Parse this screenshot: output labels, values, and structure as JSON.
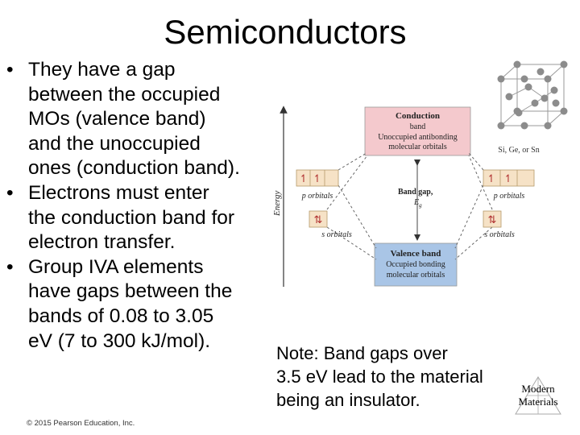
{
  "slide": {
    "title": "Semiconductors",
    "bullets": [
      {
        "bullet_symbol": "•",
        "lines": [
          "They have a gap",
          "between the occupied",
          "MOs (valence band)",
          "and the unoccupied",
          "ones (conduction band)."
        ]
      },
      {
        "bullet_symbol": "•",
        "lines": [
          "Electrons must enter",
          "the conduction band for",
          "electron transfer."
        ]
      },
      {
        "bullet_symbol": "•",
        "lines": [
          "Group IVA elements",
          "have gaps between the",
          "bands of 0.08 to 3.05",
          "eV (7 to 300 kJ/mol)."
        ]
      }
    ],
    "note_lines": [
      "Note: Band gaps over",
      "3.5 eV lead to the material",
      "being an insulator."
    ],
    "copyright": "© 2015 Pearson Education, Inc.",
    "logo_lines": [
      "Modern",
      "Materials"
    ]
  },
  "diagram": {
    "axis_label": "Energy",
    "conduction_band": {
      "title_line1": "Conduction",
      "title_line2": "band",
      "desc_line1": "Unoccupied antibonding",
      "desc_line2": "molecular orbitals"
    },
    "valence_band": {
      "title": "Valence band",
      "desc_line1": "Occupied bonding",
      "desc_line2": "molecular orbitals"
    },
    "band_gap_label": "Band gap,",
    "band_gap_symbol": "E",
    "band_gap_subscript": "g",
    "p_orbitals_label": "p orbitals",
    "s_orbitals_label": "s orbitals",
    "p_orbital_electrons": [
      "↿",
      "↿"
    ],
    "s_orbital_electrons": "⇅",
    "crystal_label": "Si, Ge, or Sn",
    "colors": {
      "conduction": "#f4c9cd",
      "valence": "#a9c5e6",
      "orbital_box": "#f6e2c6",
      "axis": "#333333"
    }
  }
}
